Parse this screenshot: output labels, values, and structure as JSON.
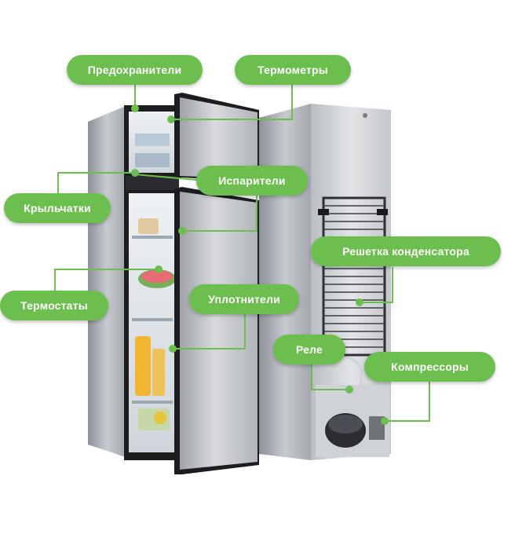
{
  "labels": {
    "fuses": "Предохранители",
    "thermometers": "Термометры",
    "evaporators": "Испарители",
    "fans": "Крыльчатки",
    "condenser_grille": "Решетка конденсатора",
    "thermostats": "Термостаты",
    "seals": "Уплотнители",
    "relay": "Реле",
    "compressors": "Компрессоры"
  },
  "colors": {
    "accent": "#6cbf4e",
    "label_text": "#ffffff"
  }
}
